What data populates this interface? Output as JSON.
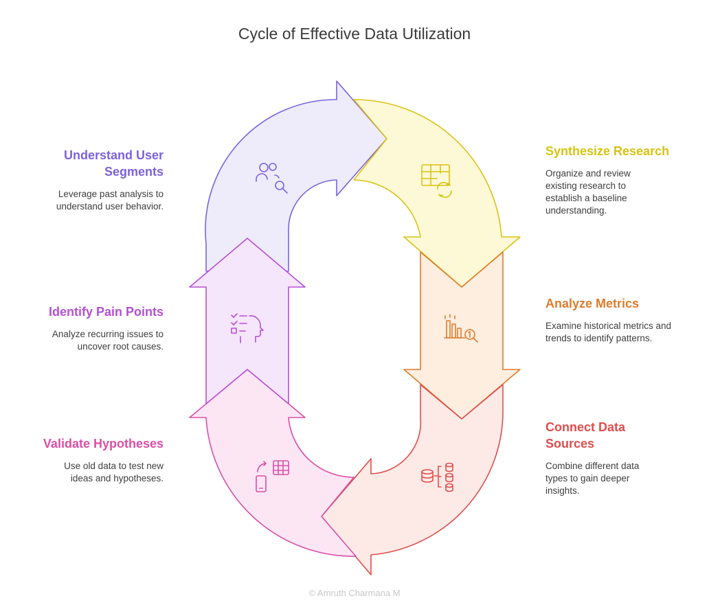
{
  "title": "Cycle of Effective Data Utilization",
  "footer": "© Amruth Charmana M",
  "steps": [
    {
      "heading": "Synthesize Research",
      "desc": "Organize and review existing research to establish a baseline understanding.",
      "color": "#D9C311",
      "fill": "#FDF8D6",
      "icon": "table-refresh-icon"
    },
    {
      "heading": "Analyze Metrics",
      "desc": "Examine historical metrics and trends to identify patterns.",
      "color": "#E07C2A",
      "fill": "#FDEEE0",
      "icon": "chart-magnify-icon"
    },
    {
      "heading": "Connect Data Sources",
      "desc": "Combine different data types to gain deeper insights.",
      "color": "#E04C4C",
      "fill": "#FDEAE6",
      "icon": "database-link-icon"
    },
    {
      "heading": "Validate Hypotheses",
      "desc": "Use old data to test new ideas and hypotheses.",
      "color": "#D94FA6",
      "fill": "#FCE6F4",
      "icon": "device-table-icon"
    },
    {
      "heading": "Identify Pain Points",
      "desc": "Analyze recurring issues to uncover root causes.",
      "color": "#B54FD6",
      "fill": "#F6E6FC",
      "icon": "checklist-head-icon"
    },
    {
      "heading": "Understand User Segments",
      "desc": "Leverage past analysis to understand user behavior.",
      "color": "#7A63DE",
      "fill": "#EEEBFB",
      "icon": "users-search-icon"
    }
  ]
}
